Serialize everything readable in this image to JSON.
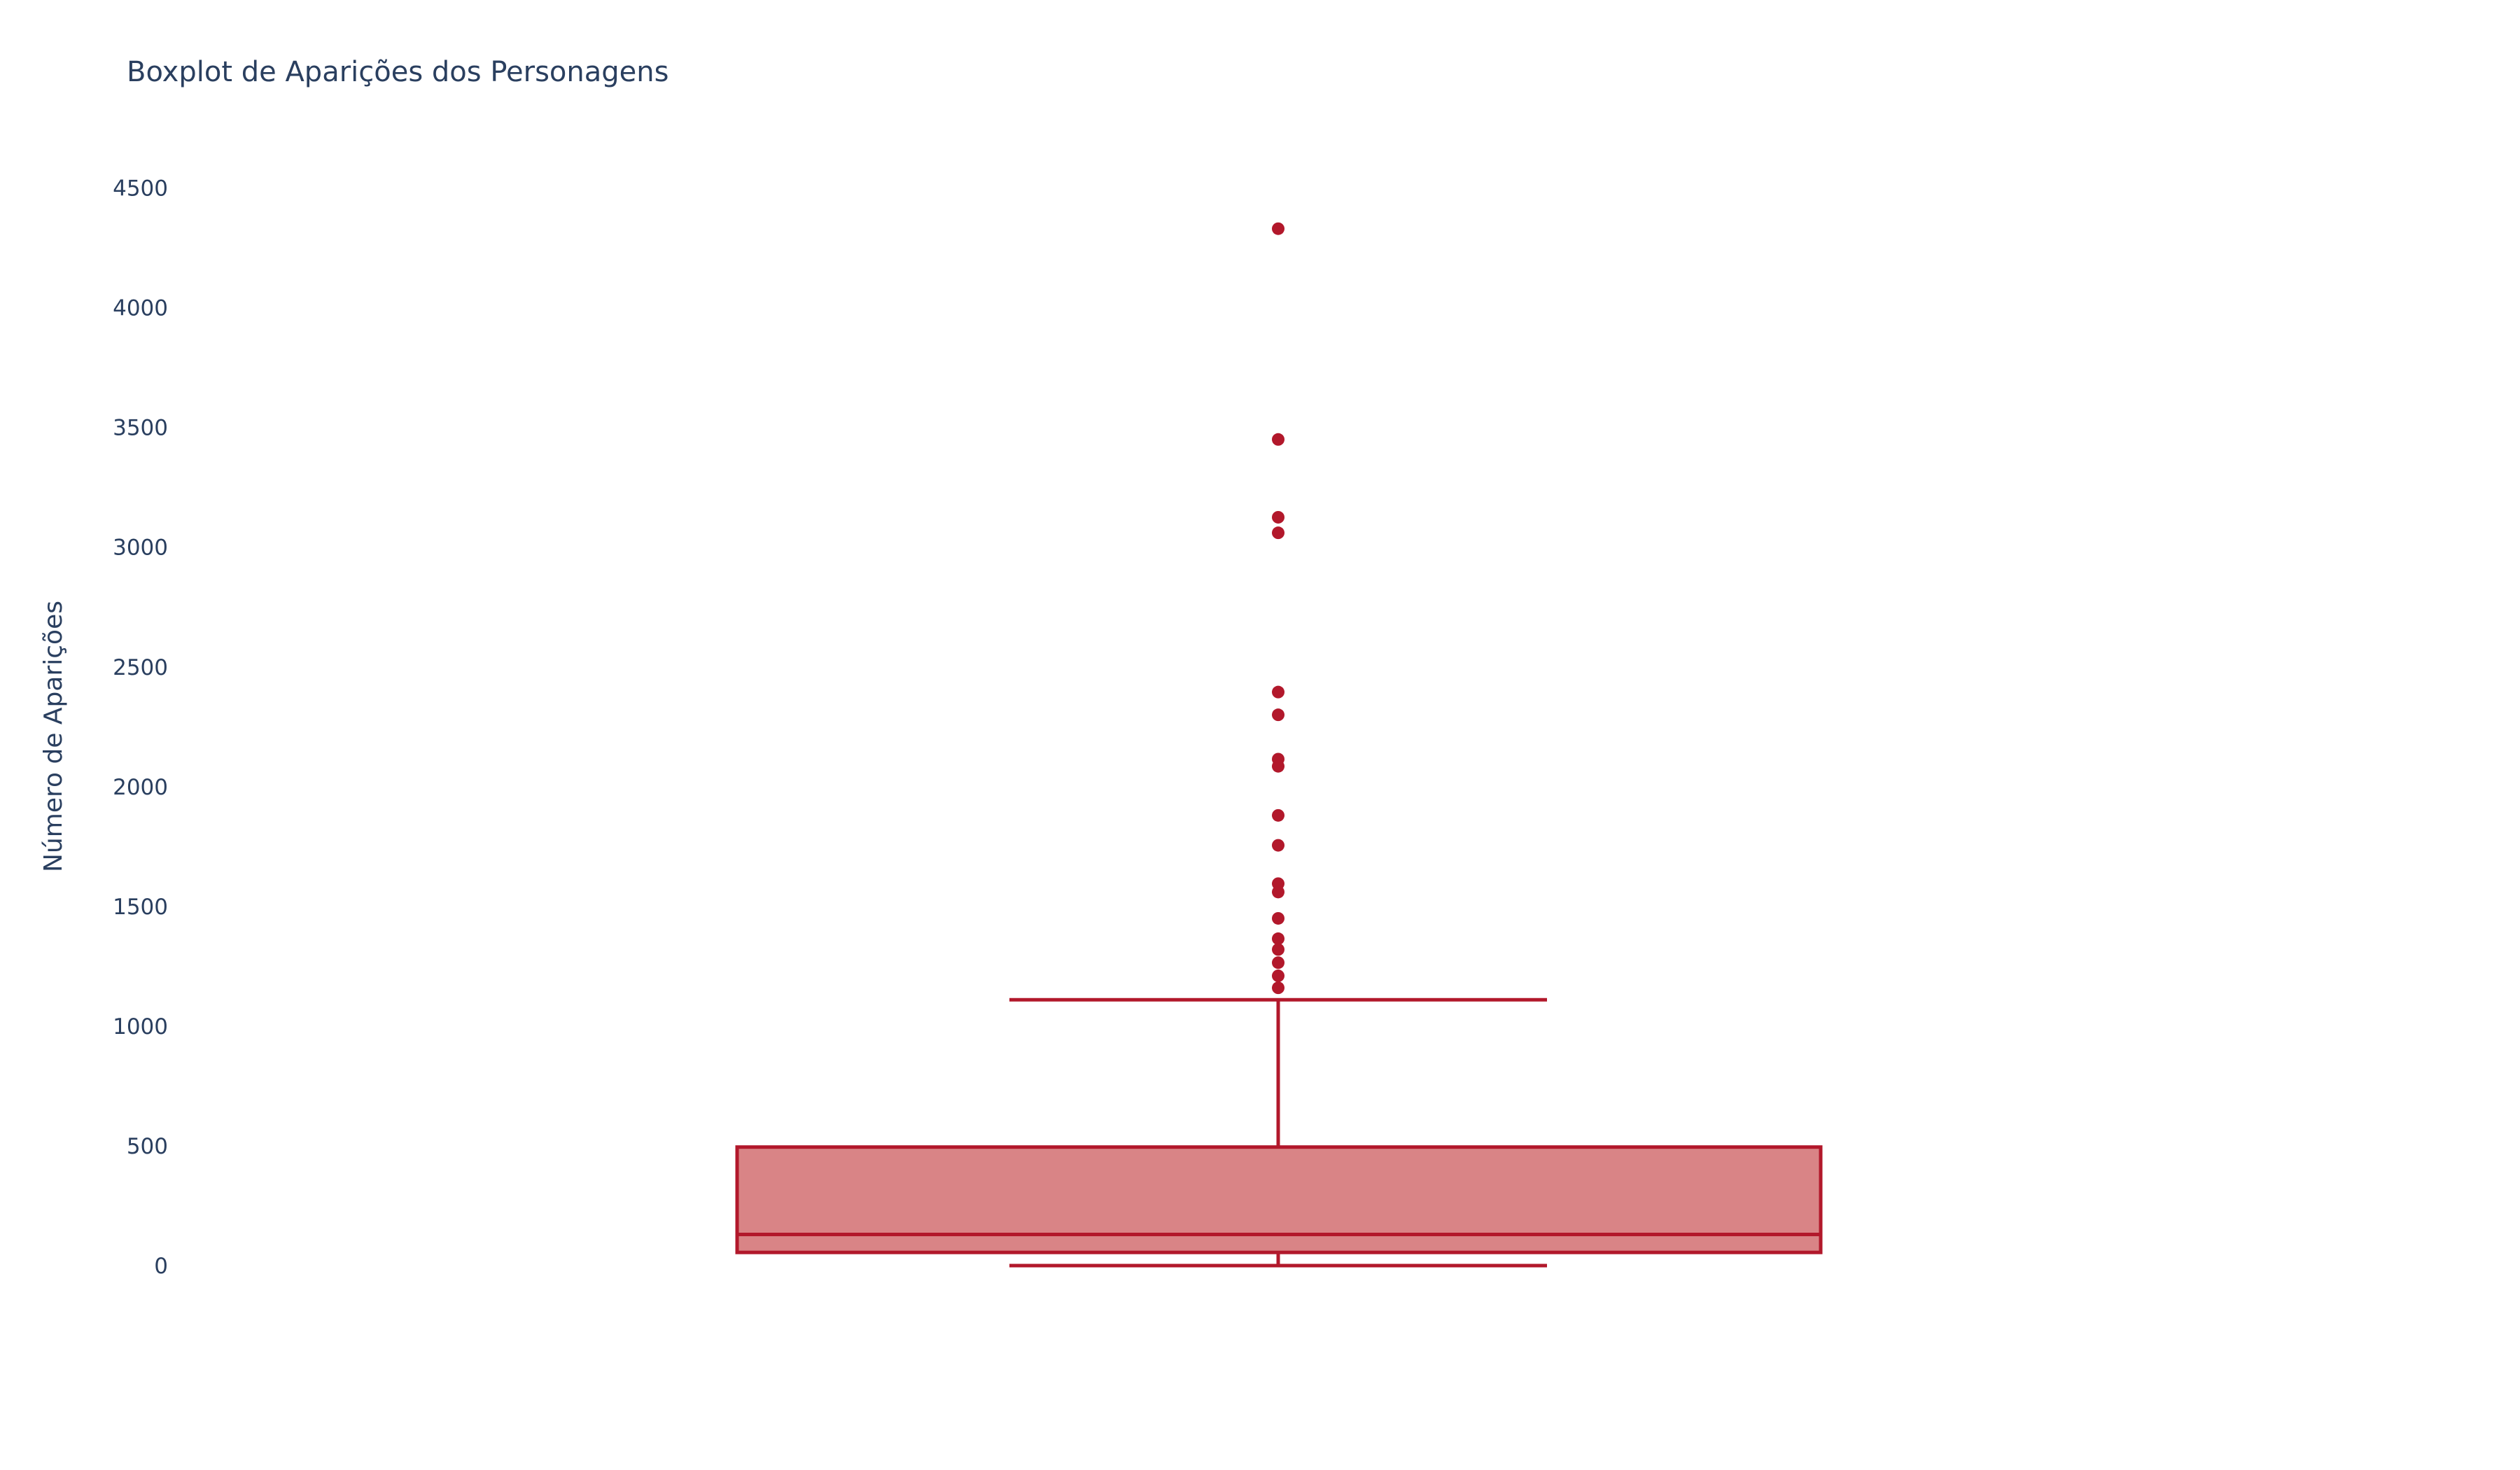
{
  "chart_data": {
    "type": "box",
    "title": "Boxplot de Aparições dos Personagens",
    "xlabel": "",
    "ylabel": "Número de Aparições",
    "ylim": [
      -30,
      4700
    ],
    "yticks": [
      0,
      500,
      1000,
      1500,
      2000,
      2500,
      3000,
      3500,
      4000,
      4500
    ],
    "grid": false,
    "legend": "none",
    "box": {
      "lower_fence": 0,
      "q1": 55,
      "median": 130,
      "q3": 495,
      "upper_fence": 1110
    },
    "outliers": [
      4330,
      3450,
      3125,
      3060,
      2395,
      2300,
      2115,
      2085,
      1880,
      1755,
      1595,
      1560,
      1450,
      1365,
      1320,
      1265,
      1210,
      1160
    ],
    "colors": {
      "line": "#b2182b",
      "fill": "#d98486",
      "text": "#2a3f5f"
    }
  }
}
